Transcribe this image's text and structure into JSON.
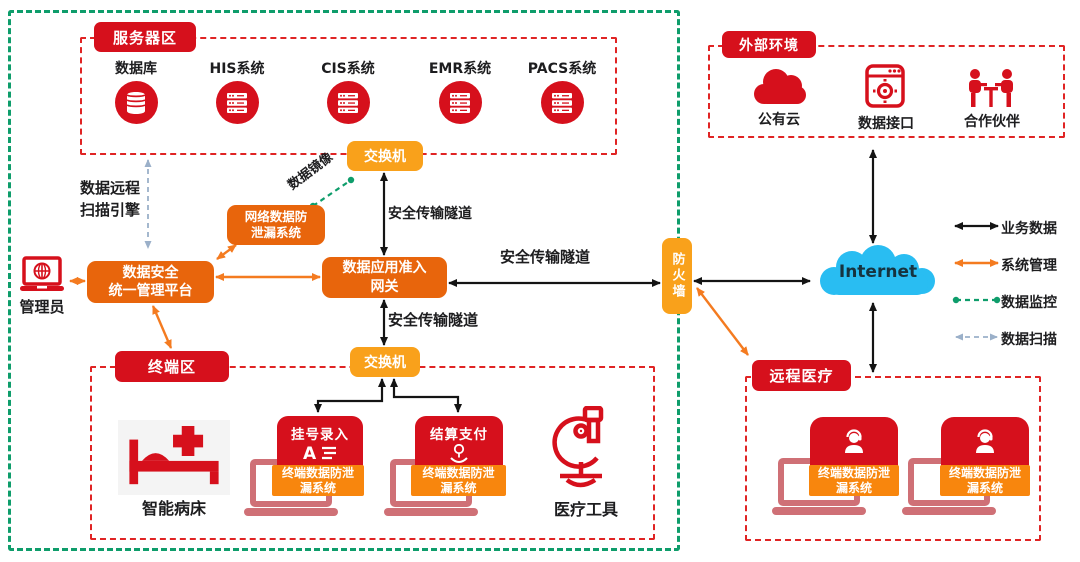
{
  "diagram": {
    "zones": {
      "server": {
        "title": "服务器区",
        "items": [
          {
            "label": "数据库"
          },
          {
            "label": "HIS系统"
          },
          {
            "label": "CIS系统"
          },
          {
            "label": "EMR系统"
          },
          {
            "label": "PACS系统"
          }
        ]
      },
      "terminal": {
        "title": "终端区"
      },
      "external": {
        "title": "外部环境",
        "items": [
          {
            "label": "公有云"
          },
          {
            "label": "数据接口"
          },
          {
            "label": "合作伙伴"
          }
        ]
      },
      "remote": {
        "title": "远程医疗"
      }
    },
    "nodes": {
      "switch_top": {
        "label": "交换机"
      },
      "switch_bottom": {
        "label": "交换机"
      },
      "firewall": {
        "label": "防火墙"
      },
      "network_dlp": {
        "line1": "网络数据防",
        "line2": "泄漏系统"
      },
      "platform": {
        "line1": "数据安全",
        "line2": "统一管理平台"
      },
      "gateway": {
        "line1": "数据应用准入",
        "line2": "网关"
      },
      "admin": {
        "label": "管理员"
      },
      "internet": {
        "label": "Internet"
      },
      "smart_bed": {
        "label": "智能病床"
      },
      "medical_tools": {
        "label": "医疗工具"
      },
      "terminal_registration": {
        "label": "挂号录入"
      },
      "terminal_payment": {
        "label": "结算支付"
      },
      "endpoint_dlp": {
        "line1": "终端数据防泄",
        "line2": "漏系统"
      }
    },
    "labels": {
      "scan_engine": {
        "line1": "数据远程",
        "line2": "扫描引擎"
      },
      "secure_tunnel": "安全传输隧道",
      "data_mirror": "数据镜像"
    },
    "legend": {
      "items": [
        {
          "label": "业务数据"
        },
        {
          "label": "系统管理"
        },
        {
          "label": "数据监控"
        },
        {
          "label": "数据扫描"
        }
      ]
    },
    "colors": {
      "red": "#d6101c",
      "red_border": "#e02424",
      "orange_dark": "#e8650c",
      "orange_strip": "#f8860d",
      "orange_light": "#f9a11b",
      "orange_arrow": "#f47b20",
      "green": "#0e9d6b",
      "gray_dash": "#9bb0c9",
      "internet_blue": "#29bdf2",
      "laptop_red": "#cf7076"
    }
  }
}
